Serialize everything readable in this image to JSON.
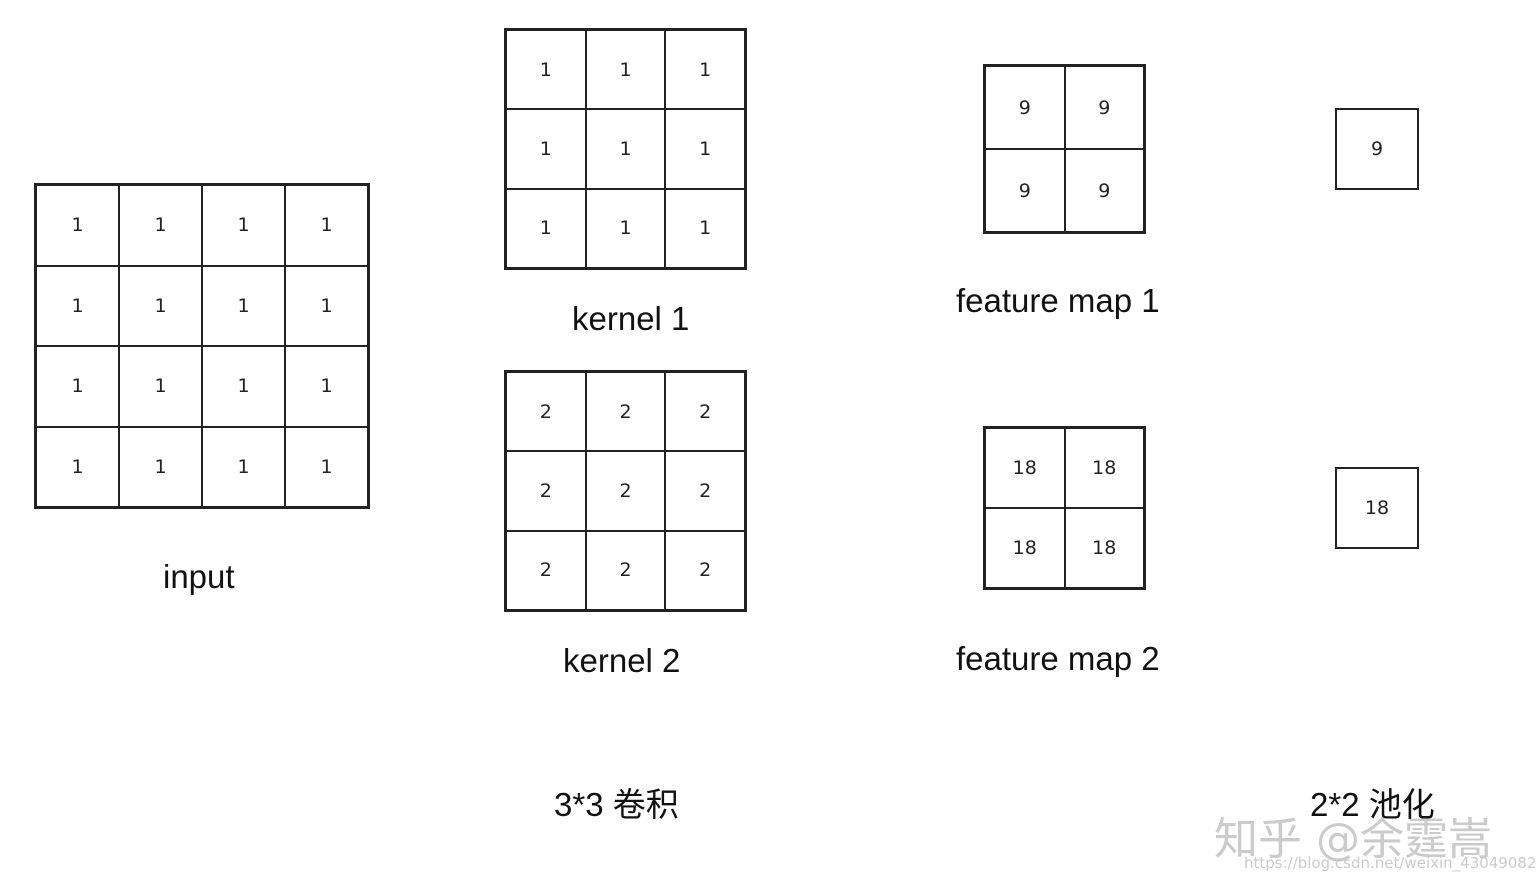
{
  "input": {
    "label": "input",
    "cells": [
      [
        "1",
        "1",
        "1",
        "1"
      ],
      [
        "1",
        "1",
        "1",
        "1"
      ],
      [
        "1",
        "1",
        "1",
        "1"
      ],
      [
        "1",
        "1",
        "1",
        "1"
      ]
    ]
  },
  "kernel1": {
    "label": "kernel 1",
    "cells": [
      [
        "1",
        "1",
        "1"
      ],
      [
        "1",
        "1",
        "1"
      ],
      [
        "1",
        "1",
        "1"
      ]
    ]
  },
  "kernel2": {
    "label": "kernel 2",
    "cells": [
      [
        "2",
        "2",
        "2"
      ],
      [
        "2",
        "2",
        "2"
      ],
      [
        "2",
        "2",
        "2"
      ]
    ]
  },
  "feature_map1": {
    "label": "feature map 1",
    "cells": [
      [
        "9",
        "9"
      ],
      [
        "9",
        "9"
      ]
    ]
  },
  "feature_map2": {
    "label": "feature map 2",
    "cells": [
      [
        "18",
        "18"
      ],
      [
        "18",
        "18"
      ]
    ]
  },
  "pool1": {
    "cells": [
      [
        "9"
      ]
    ]
  },
  "pool2": {
    "cells": [
      [
        "18"
      ]
    ]
  },
  "captions": {
    "convolution": "3*3 卷积",
    "pooling": "2*2 池化"
  },
  "watermark": {
    "text": "知乎 @余霆嵩",
    "url": "https://blog.csdn.net/weixin_43049082"
  }
}
